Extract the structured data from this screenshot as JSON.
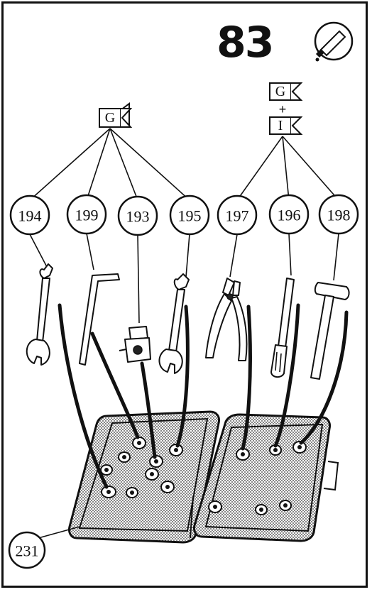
{
  "page": {
    "number": "83"
  },
  "groups": {
    "left_symbol": "G",
    "right_symbol_top": "G",
    "right_plus": "+",
    "right_symbol_bottom": "I"
  },
  "callouts": {
    "c194": "194",
    "c199": "199",
    "c193": "193",
    "c195": "195",
    "c197": "197",
    "c196": "196",
    "c198": "198",
    "c231": "231"
  }
}
